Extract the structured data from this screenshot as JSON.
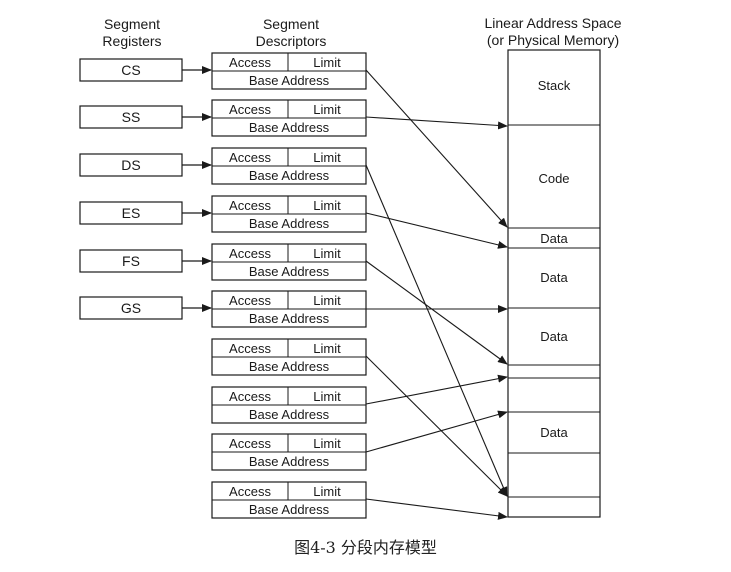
{
  "headers": {
    "registers": [
      "Segment",
      "Registers"
    ],
    "descriptors": [
      "Segment",
      "Descriptors"
    ],
    "memory": [
      "Linear Address Space",
      "(or Physical Memory)"
    ]
  },
  "registers": [
    "CS",
    "SS",
    "DS",
    "ES",
    "FS",
    "GS"
  ],
  "descriptor": {
    "access_label": "Access",
    "limit_label": "Limit",
    "base_label": "Base Address",
    "count": 10
  },
  "memory_segments": [
    {
      "label": "Stack"
    },
    {
      "label": ""
    },
    {
      "label": "Code"
    },
    {
      "label": "Data"
    },
    {
      "label": "Data"
    },
    {
      "label": "Data"
    },
    {
      "label": ""
    },
    {
      "label": ""
    },
    {
      "label": "Data"
    },
    {
      "label": ""
    },
    {
      "label": ""
    }
  ],
  "caption": "图4-3   分段内存模型"
}
